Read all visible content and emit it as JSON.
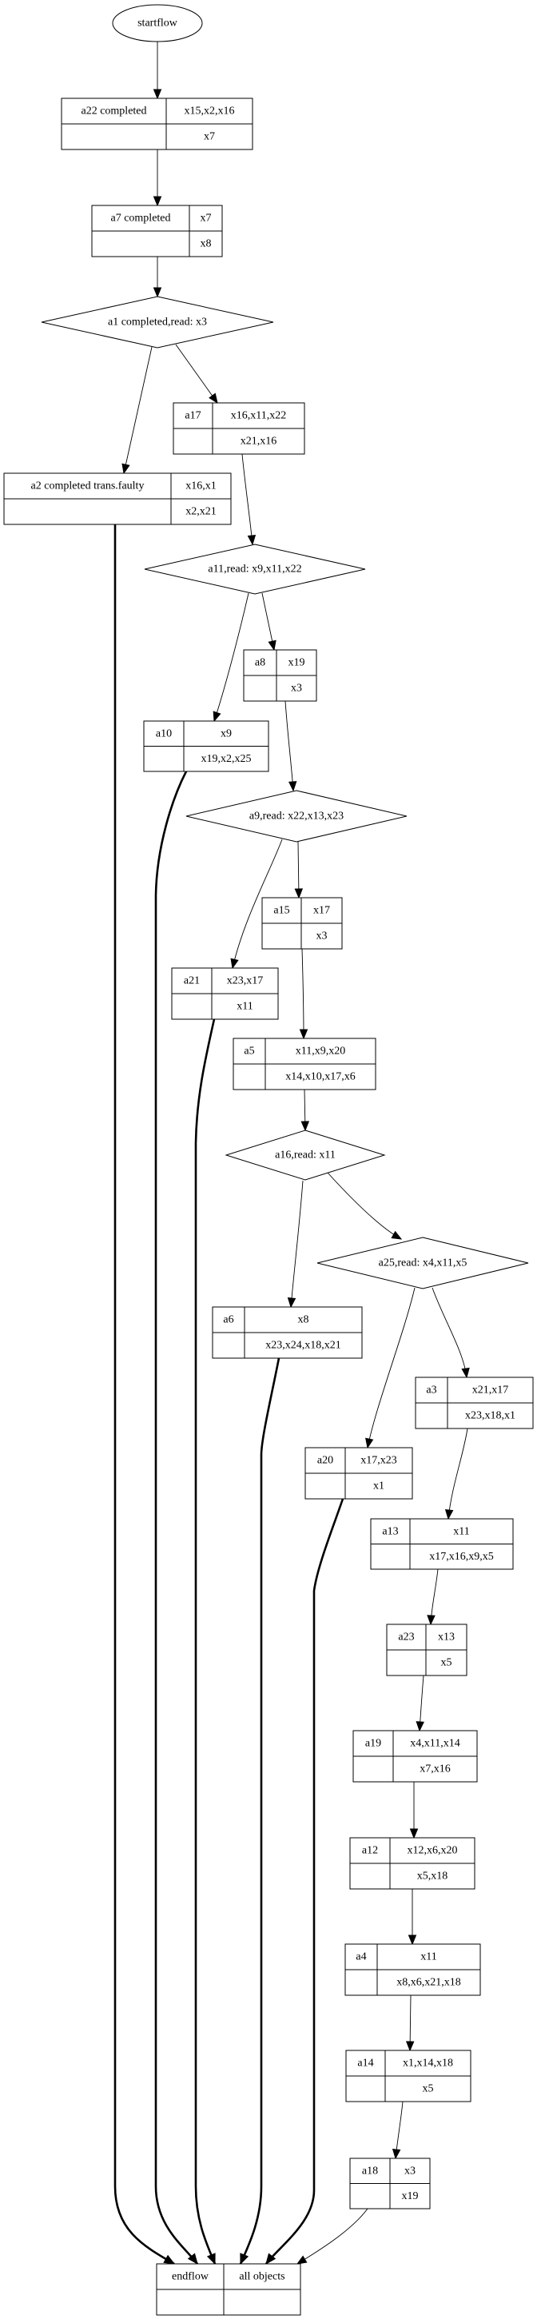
{
  "diagram": {
    "type": "flowchart",
    "start": {
      "id": "startflow",
      "label": "startflow",
      "shape": "ellipse"
    },
    "nodes": [
      {
        "id": "a22",
        "shape": "record",
        "name": "a22 completed",
        "top": "x15,x2,x16",
        "bottom": "x7"
      },
      {
        "id": "a7",
        "shape": "record",
        "name": "a7 completed",
        "top": "x7",
        "bottom": "x8"
      },
      {
        "id": "a1",
        "shape": "diamond",
        "label": "a1 completed,read: x3"
      },
      {
        "id": "a17",
        "shape": "record",
        "name": "a17",
        "top": "x16,x11,x22",
        "bottom": "x21,x16"
      },
      {
        "id": "a2",
        "shape": "record",
        "name": "a2 completed trans.faulty",
        "top": "x16,x1",
        "bottom": "x2,x21"
      },
      {
        "id": "a11",
        "shape": "diamond",
        "label": "a11,read: x9,x11,x22"
      },
      {
        "id": "a8",
        "shape": "record",
        "name": "a8",
        "top": "x19",
        "bottom": "x3"
      },
      {
        "id": "a10",
        "shape": "record",
        "name": "a10",
        "top": "x9",
        "bottom": "x19,x2,x25"
      },
      {
        "id": "a9",
        "shape": "diamond",
        "label": "a9,read: x22,x13,x23"
      },
      {
        "id": "a15",
        "shape": "record",
        "name": "a15",
        "top": "x17",
        "bottom": "x3"
      },
      {
        "id": "a21",
        "shape": "record",
        "name": "a21",
        "top": "x23,x17",
        "bottom": "x11"
      },
      {
        "id": "a5",
        "shape": "record",
        "name": "a5",
        "top": "x11,x9,x20",
        "bottom": "x14,x10,x17,x6"
      },
      {
        "id": "a16",
        "shape": "diamond",
        "label": "a16,read: x11"
      },
      {
        "id": "a25",
        "shape": "diamond",
        "label": "a25,read: x4,x11,x5"
      },
      {
        "id": "a6",
        "shape": "record",
        "name": "a6",
        "top": "x8",
        "bottom": "x23,x24,x18,x21"
      },
      {
        "id": "a3",
        "shape": "record",
        "name": "a3",
        "top": "x21,x17",
        "bottom": "x23,x18,x1"
      },
      {
        "id": "a20",
        "shape": "record",
        "name": "a20",
        "top": "x17,x23",
        "bottom": "x1"
      },
      {
        "id": "a13",
        "shape": "record",
        "name": "a13",
        "top": "x11",
        "bottom": "x17,x16,x9,x5"
      },
      {
        "id": "a23",
        "shape": "record",
        "name": "a23",
        "top": "x13",
        "bottom": "x5"
      },
      {
        "id": "a19",
        "shape": "record",
        "name": "a19",
        "top": "x4,x11,x14",
        "bottom": "x7,x16"
      },
      {
        "id": "a12",
        "shape": "record",
        "name": "a12",
        "top": "x12,x6,x20",
        "bottom": "x5,x18"
      },
      {
        "id": "a4",
        "shape": "record",
        "name": "a4",
        "top": "x11",
        "bottom": "x8,x6,x21,x18"
      },
      {
        "id": "a14",
        "shape": "record",
        "name": "a14",
        "top": "x1,x14,x18",
        "bottom": "x5"
      },
      {
        "id": "a18",
        "shape": "record",
        "name": "a18",
        "top": "x3",
        "bottom": "x19"
      }
    ],
    "end": {
      "id": "endflow",
      "shape": "record",
      "name": "endflow",
      "top": "all objects",
      "bottom": ""
    },
    "edges": [
      {
        "from": "startflow",
        "to": "a22",
        "style": "thin"
      },
      {
        "from": "a22",
        "to": "a7",
        "style": "thin"
      },
      {
        "from": "a7",
        "to": "a1",
        "style": "thin"
      },
      {
        "from": "a1",
        "to": "a2",
        "style": "thin"
      },
      {
        "from": "a1",
        "to": "a17",
        "style": "thin"
      },
      {
        "from": "a17",
        "to": "a11",
        "style": "thin"
      },
      {
        "from": "a11",
        "to": "a10",
        "style": "thin"
      },
      {
        "from": "a11",
        "to": "a8",
        "style": "thin"
      },
      {
        "from": "a8",
        "to": "a9",
        "style": "thin"
      },
      {
        "from": "a9",
        "to": "a21",
        "style": "thin"
      },
      {
        "from": "a9",
        "to": "a15",
        "style": "thin"
      },
      {
        "from": "a15",
        "to": "a5",
        "style": "thin"
      },
      {
        "from": "a5",
        "to": "a16",
        "style": "thin"
      },
      {
        "from": "a16",
        "to": "a6",
        "style": "thin"
      },
      {
        "from": "a16",
        "to": "a25",
        "style": "thin"
      },
      {
        "from": "a25",
        "to": "a20",
        "style": "thin"
      },
      {
        "from": "a25",
        "to": "a3",
        "style": "thin"
      },
      {
        "from": "a3",
        "to": "a13",
        "style": "thin"
      },
      {
        "from": "a13",
        "to": "a23",
        "style": "thin"
      },
      {
        "from": "a23",
        "to": "a19",
        "style": "thin"
      },
      {
        "from": "a19",
        "to": "a12",
        "style": "thin"
      },
      {
        "from": "a12",
        "to": "a4",
        "style": "thin"
      },
      {
        "from": "a4",
        "to": "a14",
        "style": "thin"
      },
      {
        "from": "a14",
        "to": "a18",
        "style": "thin"
      },
      {
        "from": "a2",
        "to": "endflow",
        "style": "bold"
      },
      {
        "from": "a10",
        "to": "endflow",
        "style": "bold"
      },
      {
        "from": "a21",
        "to": "endflow",
        "style": "bold"
      },
      {
        "from": "a6",
        "to": "endflow",
        "style": "bold"
      },
      {
        "from": "a20",
        "to": "endflow",
        "style": "bold"
      },
      {
        "from": "a18",
        "to": "endflow",
        "style": "thin"
      }
    ]
  }
}
